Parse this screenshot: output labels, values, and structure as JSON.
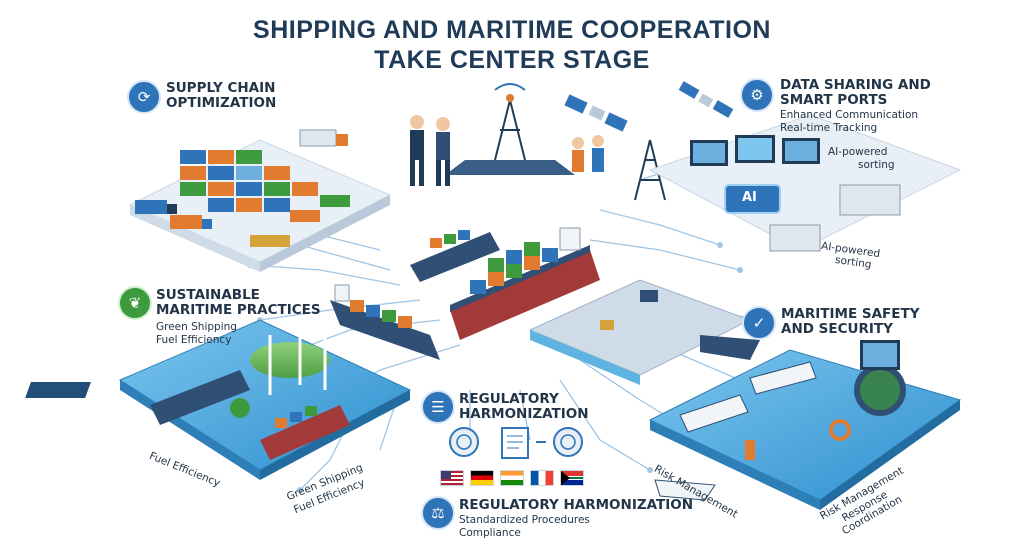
{
  "title": {
    "line1": "SHIPPING AND MARITIME COOPERATION",
    "line2": "TAKE CENTER STAGE"
  },
  "sections": {
    "supply_chain": {
      "title_l1": "SUPPLY CHAIN",
      "title_l2": "OPTIMIZATION",
      "icon": "supply-chain-cycle-icon"
    },
    "data_sharing": {
      "title_l1": "DATA SHARING AND",
      "title_l2": "SMART PORTS",
      "sub_l1": "Enhanced Communication",
      "sub_l2": "Real-time Tracking",
      "label_ai_1a": "AI-powered",
      "label_ai_1b": "sorting",
      "label_ai_2a": "AI-powered",
      "label_ai_2b": "sorting",
      "ai_chip": "AI",
      "icon": "ai-network-icon"
    },
    "sustainable": {
      "title_l1": "SUSTAINABLE",
      "title_l2": "MARITIME PRACTICES",
      "sub_l1": "Green Shipping",
      "sub_l2": "Fuel Efficiency",
      "label_fuel": "Fuel Efficiency",
      "label_green_1": "Green Shipping",
      "label_green_2": "Fuel Efficiency",
      "icon": "leaf-hand-icon"
    },
    "safety": {
      "title_l1": "MARITIME SAFETY",
      "title_l2": "AND SECURITY",
      "label_risk": "Risk Management",
      "label_risk2_1": "Risk Management",
      "label_risk2_2": "Response",
      "label_risk2_3": "Coordination",
      "icon": "shield-check-icon"
    },
    "regulatory": {
      "title_l1": "REGULATORY",
      "title_l2": "HARMONIZATION",
      "icon": "document-checklist-icon"
    },
    "regulatory_bottom": {
      "title": "REGULATORY HARMONIZATION",
      "sub_l1": "Standardized Procedures",
      "sub_l2": "Compliance",
      "icon": "scales-of-justice-icon"
    }
  },
  "flags": [
    "united-states-flag",
    "germany-flag",
    "india-flag",
    "france-flag",
    "south-africa-flag"
  ],
  "colors": {
    "title": "#1f3b57",
    "accent_blue": "#2f73b8",
    "accent_green": "#3d9a3d",
    "water": "#5fb3e3",
    "platform": "#e6eef6"
  }
}
